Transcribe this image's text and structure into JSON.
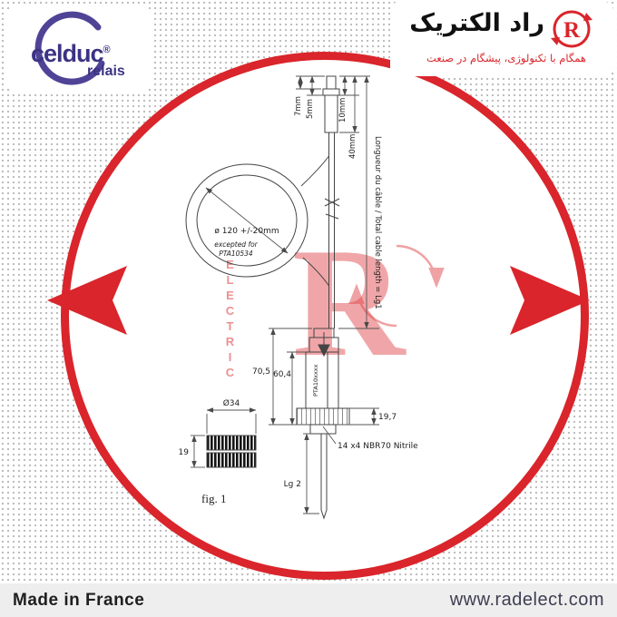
{
  "colors": {
    "accent_red": "#d9252b",
    "brand_purple": "#3b3383",
    "drawing_line": "#444444"
  },
  "header": {
    "celduc": {
      "name": "celduc",
      "reg": "®",
      "subtitle": "relais"
    },
    "rad": {
      "title": "راد الکتریک",
      "tagline": "همگام با تکنولوژی، پیشگام در صنعت",
      "icon_letter": "R"
    }
  },
  "watermark": {
    "vertical_text": "ELECTRIC",
    "letter": "R"
  },
  "drawing": {
    "caption": "fig. 1",
    "labels": {
      "dim_7mm": "7mm",
      "dim_5mm": "5mm",
      "dim_10mm": "10mm",
      "dim_40mm": "40mm",
      "cable_length_note": "Longueur du câble / Total cable length = Lg1",
      "coil_diameter": "ø 120 +/-20mm",
      "coil_exception_line1": "excepted for",
      "coil_exception_line2": "PTA10534",
      "dim_70_5": "70,5",
      "dim_60_4": "60,4",
      "dim_19_7": "19,7",
      "dim_o34": "Ø34",
      "dim_19": "19",
      "gasket_note": "14 x4  NBR70 Nitrile",
      "dim_lg2": "Lg 2",
      "probe_ref": "PTA10xxxx"
    }
  },
  "footer": {
    "origin": "Made in France",
    "website": "www.radelect.com"
  }
}
